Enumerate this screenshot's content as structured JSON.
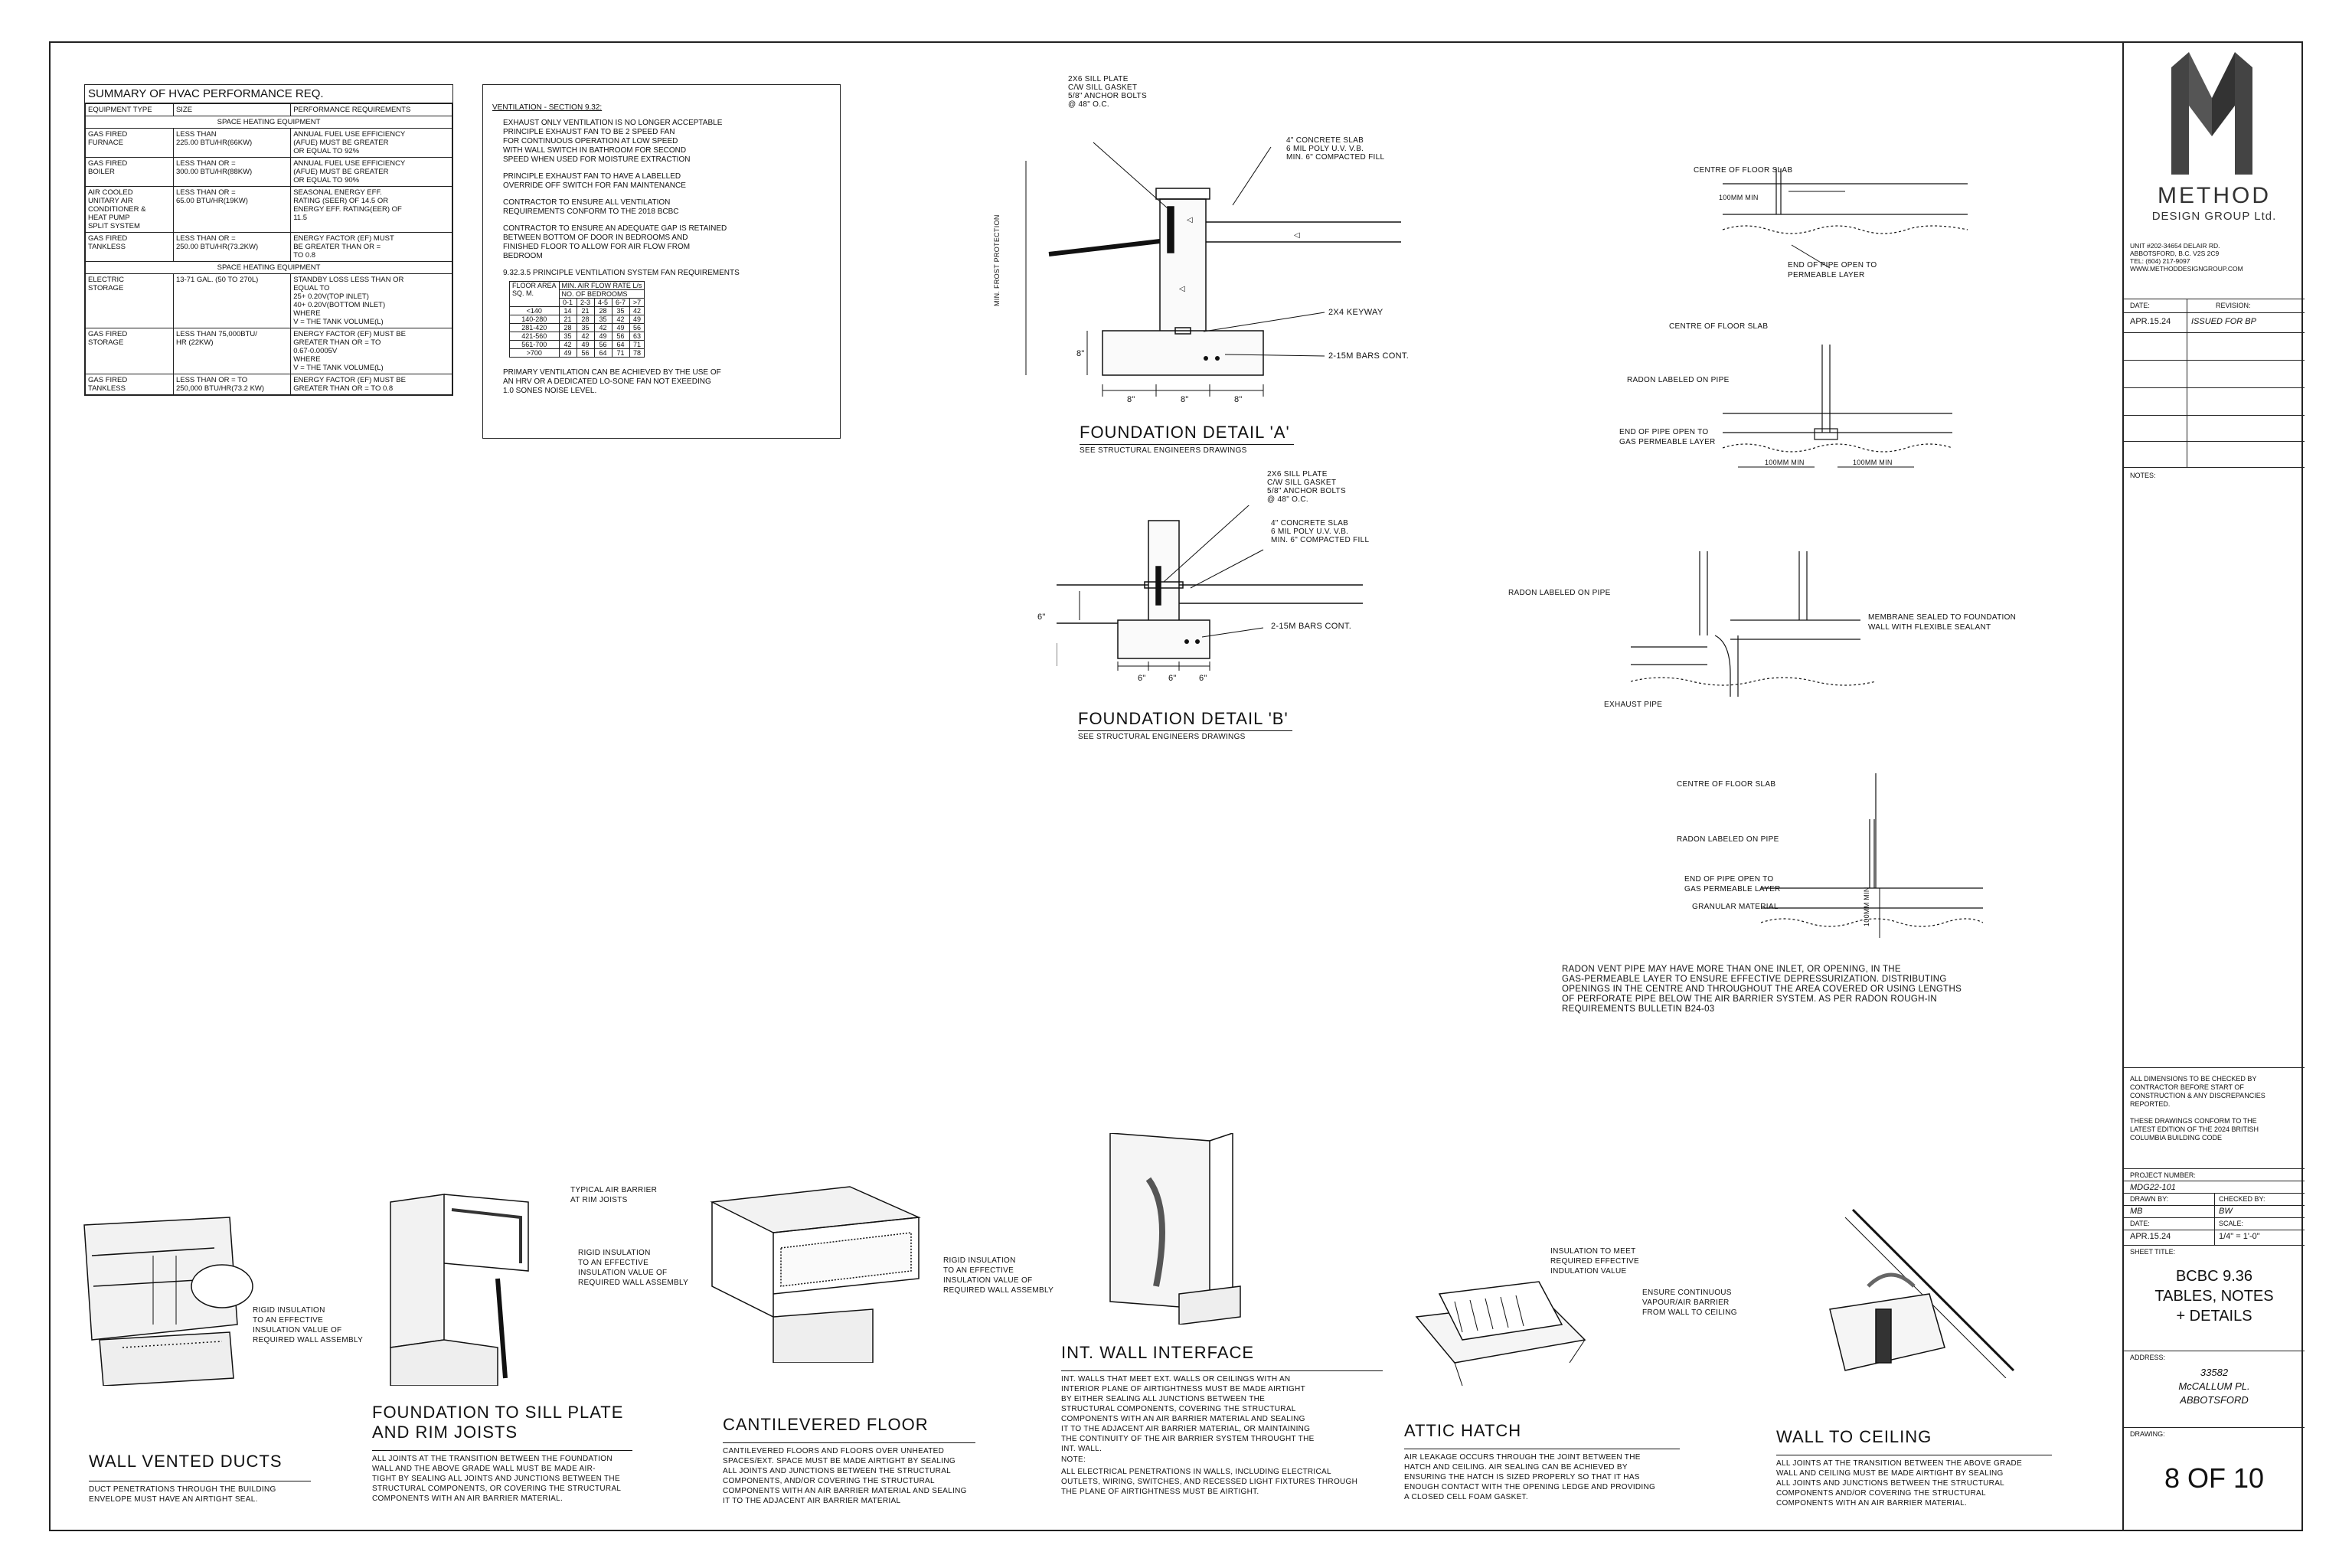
{
  "hvac_table": {
    "title": "SUMMARY OF HVAC PERFORMANCE REQ.",
    "headers": [
      "EQUIPMENT TYPE",
      "SIZE",
      "PERFORMANCE REQUIREMENTS"
    ],
    "section_1": "SPACE HEATING EQUIPMENT",
    "rows_1": [
      [
        "GAS FIRED\nFURNACE",
        "LESS THAN\n225.00 BTU/HR(66kW)",
        "ANNUAL FUEL USE EFFICIENCY\n(AFUE) MUST BE GREATER\nOR EQUAL TO 92%"
      ],
      [
        "GAS FIRED\nBOILER",
        "LESS THAN OR =\n300.00 BTU/HR(88kW)",
        "ANNUAL FUEL USE EFFICIENCY\n(AFUE) MUST BE GREATER\nOR EQUAL TO 90%"
      ],
      [
        "AIR COOLED\nUNITARY AIR\nCONDITIONER &\nHEAT PUMP\nSPLIT SYSTEM",
        "LESS THAN OR =\n65.00 BTU/HR(19kW)",
        "SEASONAL ENERGY EFF.\nRATING (SEER) OF 14.5 OR\nENERGY EFF. RATING(EER) OF\n11.5"
      ],
      [
        "GAS FIRED\nTANKLESS",
        "LESS THAN OR =\n250.00 BTU/HR(73.2kW)",
        "ENERGY FACTOR (EF) MUST\nBE GREATER THAN OR =\nTO 0.8"
      ]
    ],
    "section_2": "SPACE HEATING EQUIPMENT",
    "rows_2": [
      [
        "ELECTRIC\nSTORAGE",
        "13-71 GAL. (50 TO 270L)",
        "STANDBY LOSS LESS THAN OR\nEQUAL TO\n25+ 0.20V(TOP INLET)\n40+ 0.20V(BOTTOM INLET)\nWHERE\nV = THE TANK VOLUME(L)"
      ],
      [
        "GAS FIRED\nSTORAGE",
        "LESS THAN 75,000BTU/\nHr (22kW)",
        "ENERGY FACTOR (EF) MUST BE\nGREATER THAN OR = TO\n0.67-0.0005V\nWHERE\nV = THE TANK VOLUME(L)"
      ],
      [
        "GAS FIRED\nTANKLESS",
        "LESS THAN OR = TO\n250,000 BTU/HR(73.2 kW)",
        "ENERGY FACTOR (EF) MUST BE\nGREATER THAN OR = TO 0.8"
      ]
    ]
  },
  "ventilation": {
    "heading": "VENTILATION - SECTION 9.32:",
    "paragraphs": [
      "EXHAUST ONLY VENTILATION IS NO LONGER ACCEPTABLE\nPRINCIPLE EXHAUST FAN TO BE 2 SPEED FAN\nFOR CONTINUOUS OPERATION AT LOW SPEED\nWITH WALL SWITCH IN BATHROOM FOR SECOND\nSPEED WHEN USED FOR MOISTURE EXTRACTION",
      "PRINCIPLE EXHAUST FAN TO HAVE A LABELLED\nOVERRIDE OFF SWITCH FOR FAN MAINTENANCE",
      "CONTRACTOR TO ENSURE ALL VENTILATION\nREQUIREMENTS CONFORM TO THE 2018 BCBC",
      "CONTRACTOR TO ENSURE AN ADEQUATE GAP IS RETAINED\nBETWEEN BOTTOM OF DOOR IN BEDROOMS AND\nFINISHED FLOOR TO ALLOW FOR AIR FLOW FROM\nBEDROOM"
    ],
    "table_title": "9.32.3.5 PRINCIPLE VENTILATION SYSTEM FAN REQUIREMENTS",
    "table_head_1": "FLOOR AREA\nSQ. M.",
    "table_head_2": "MIN. AIR FLOW RATE L/s",
    "table_head_3": "NO. OF BEDROOMS",
    "bedrooms": [
      "0-1",
      "2-3",
      "4-5",
      "6-7",
      ">7"
    ],
    "rows": [
      [
        "<140",
        "14",
        "21",
        "28",
        "35",
        "42"
      ],
      [
        "140-280",
        "21",
        "28",
        "35",
        "42",
        "49"
      ],
      [
        "281-420",
        "28",
        "35",
        "42",
        "49",
        "56"
      ],
      [
        "421-560",
        "35",
        "42",
        "49",
        "56",
        "63"
      ],
      [
        "561-700",
        "42",
        "49",
        "56",
        "64",
        "71"
      ],
      [
        ">700",
        "49",
        "56",
        "64",
        "71",
        "78"
      ]
    ],
    "footer": "PRIMARY VENTILATION CAN BE ACHIEVED BY THE USE OF\nAN HRV OR A DEDICATED LO-SONE FAN NOT EXEEDING\n1.0 SONES NOISE LEVEL."
  },
  "detail_a": {
    "title": "FOUNDATION DETAIL 'A'",
    "subtitle": "SEE STRUCTURAL ENGINEERS DRAWINGS",
    "callout_sill": "2x6 SILL PLATE\nC/W SILL GASKET\n5/8\" ANCHOR BOLTS\n@ 48\" O.C.",
    "callout_slab": "4\" CONCRETE SLAB\n6 MIL POLY U.V. V.B.\nMIN. 6\" COMPACTED FILL",
    "callout_keyway": "2x4 KEYWAY",
    "callout_bars": "2-15m BARS CONT.",
    "frost": "MIN. FROST PROTECTION",
    "dim_height": "8\"",
    "dims": [
      "8\"",
      "8\"",
      "8\""
    ]
  },
  "detail_b": {
    "title": "FOUNDATION DETAIL 'B'",
    "subtitle": "SEE STRUCTURAL ENGINEERS DRAWINGS",
    "callout_sill": "2x6 SILL PLATE\nC/W SILL GASKET\n5/8\" ANCHOR BOLTS\n@ 48\" O.C.",
    "callout_slab": "4\" CONCRETE SLAB\n6 MIL POLY U.V. V.B.\nMIN. 6\" COMPACTED FILL",
    "callout_bars": "2-15m BARS CONT.",
    "dim_height": "6\"",
    "dims": [
      "6\"",
      "6\"",
      "6\""
    ]
  },
  "radon": {
    "r1_centre": "CENTRE OF FLOOR SLAB",
    "r1_min": "100mm MIN",
    "r1_end": "END OF PIPE OPEN TO\nPERMEABLE LAYER",
    "r2_centre": "CENTRE OF FLOOR SLAB",
    "r2_label": "RADON LABELED ON PIPE",
    "r2_end": "END OF PIPE OPEN TO\nGAS PERMEABLE LAYER",
    "r2_min_left": "100mm MIN",
    "r2_min_right": "100mm MIN",
    "r3_label": "RADON LABELED ON PIPE",
    "r3_membrane": "MEMBRANE SEALED TO FOUNDATION\nWALL WITH FLEXIBLE SEALANT",
    "r3_exhaust": "EXHAUST PIPE",
    "r4_centre": "CENTRE OF FLOOR SLAB",
    "r4_label": "RADON LABELED ON PIPE",
    "r4_end": "END OF PIPE OPEN TO\nGAS PERMEABLE LAYER",
    "r4_granular": "GRANULAR MATERIAL",
    "r4_min": "100mm MIN",
    "note": "RADON VENT PIPE MAY HAVE MORE THAN ONE INLET, OR OPENING, IN THE\nGAS-PERMEABLE LAYER TO ENSURE EFFECTIVE DEPRESSURIZATION. DISTRIBUTING\nOPENINGS IN THE CENTRE AND THROUGHOUT THE AREA COVERED OR USING LENGTHS\nOF PERFORATE PIPE BELOW THE AIR BARRIER SYSTEM. AS PER RADON ROUGH-IN\nREQUIREMENTS BULLETIN B24-03"
  },
  "details": {
    "wall_vented": {
      "title": "WALL VENTED DUCTS",
      "text": "DUCT PENETRATIONS THROUGH THE BUILDING\nENVELOPE MUST HAVE AN AIRTIGHT SEAL.",
      "callout": "RIGID INSULATION\nTO AN EFFECTIVE\nINSULATION VALUE OF\nREQUIRED WALL ASSEMBLY"
    },
    "sill": {
      "title": "FOUNDATION TO SILL PLATE\nAND RIM JOISTS",
      "text": "ALL JOINTS AT THE TRANSITION BETWEEN THE FOUNDATION\nWALL AND THE ABOVE GRADE WALL MUST BE MADE AIR-\nTIGHT BY SEALING ALL JOINTS AND JUNCTIONS BETWEEN THE\nSTRUCTURAL COMPONENTS, OR COVERING THE STRUCTURAL\nCOMPONENTS WITH AN AIR BARRIER MATERIAL.",
      "callout_air": "TYPICAL AIR BARRIER\nAT RIM JOISTS",
      "callout_rigid": "RIGID INSULATION\nTO AN EFFECTIVE\nINSULATION VALUE OF\nREQUIRED WALL ASSEMBLY"
    },
    "cantilever": {
      "title": "CANTILEVERED FLOOR",
      "text": "CANTILEVERED FLOORS AND FLOORS OVER UNHEATED\nSPACES/EXT. SPACE MUST BE MADE AIRTIGHT BY SEALING\nALL JOINTS AND JUNCTIONS BETWEEN THE STRUCTURAL\nCOMPONENTS, AND/OR COVERING THE STRUCTURAL\nCOMPONENTS WITH AN AIR BARRIER MATERIAL AND SEALING\nIT TO THE ADJACENT AIR BARRIER MATERIAL",
      "callout": "RIGID INSULATION\nTO AN EFFECTIVE\nINSULATION VALUE OF\nREQUIRED WALL ASSEMBLY"
    },
    "int_wall": {
      "title": "INT. WALL INTERFACE",
      "text": "INT. WALLS THAT MEET EXT. WALLS OR CEILINGS WITH AN\nINTERIOR PLANE OF AIRTIGHTNESS MUST BE MADE AIRTIGHT\nBY EITHER SEALING ALL JUNCTIONS BETWEEN THE\nSTRUCTURAL COMPONENTS, COVERING THE STRUCTURAL\nCOMPONENTS WITH AN AIR BARRIER MATERIAL AND SEALING\nIT TO THE ADJACENT AIR BARRIER MATERIAL, OR MAINTAINING\nTHE CONTINUITY OF THE AIR BARRIER SYSTEM THROUGHT THE\nINT. WALL.",
      "note_label": "NOTE:",
      "note": "ALL ELECTRICAL PENETRATIONS IN WALLS, INCLUDING ELECTRICAL\nOUTLETS, WIRING, SWITCHES, AND RECESSED LIGHT FIXTURES THROUGH\nTHE PLANE OF AIRTIGHTNESS MUST BE AIRTIGHT."
    },
    "attic": {
      "title": "ATTIC HATCH",
      "text": "AIR LEAKAGE OCCURS THROUGH THE JOINT BETWEEN THE\nHATCH AND CEILING. AIR SEALING CAN BE ACHIEVED BY\nENSURING THE HATCH IS SIZED PROPERLY SO THAT IT HAS\nENOUGH CONTACT WITH THE OPENING LEDGE AND PROVIDING\nA CLOSED CELL FOAM GASKET.",
      "callout": "INSULATION TO MEET\nREQUIRED EFFECTIVE\nINDULATION VALUE"
    },
    "wall_ceiling": {
      "title": "WALL TO CEILING",
      "text": "ALL JOINTS AT THE TRANSITION BETWEEN THE ABOVE GRADE\nWALL AND CEILING MUST BE MADE AIRTIGHT BY SEALING\nALL JOINTS AND JUNCTIONS BETWEEN THE STRUCTURAL\nCOMPONENTS AND/OR COVERING THE STRUCTURAL\nCOMPONENTS WITH AN AIR BARRIER MATERIAL.",
      "callout": "ENSURE CONTINUOUS\nVAPOUR/AIR BARRIER\nFROM WALL TO CEILING"
    }
  },
  "title_block": {
    "company_line1": "METHOD",
    "company_line2": "DESIGN GROUP Ltd.",
    "address": "UNIT #202-34654 DELAIR RD.\nABBOTSFORD, B.C. V2S 2C9\nTEL: (604) 217-9097\nWWW.METHODDESIGNGROUP.COM",
    "date_label": "DATE:",
    "revision_label": "REVISION:",
    "date_value": "APR.15.24",
    "revision_value": "ISSUED FOR BP",
    "notes_label": "NOTES:",
    "disclaimer": "ALL DIMENSIONS TO BE CHECKED BY\nCONTRACTOR BEFORE START OF\nCONSTRUCTION & ANY DISCREPANCIES\nREPORTED.\n\nTHESE DRAWINGS CONFORM TO THE\nLATEST EDITION OF THE 2024 BRITISH\nCOLUMBIA BUILDING CODE",
    "project_label": "PROJECT NUMBER:",
    "project_value": "MDG22-101",
    "drawn_label": "DRAWN BY:",
    "drawn_value": "MB",
    "checked_label": "CHECKED BY:",
    "checked_value": "BW",
    "date2_label": "DATE:",
    "date2_value": "APR.15.24",
    "scale_label": "SCALE:",
    "scale_value": "1/4\" = 1'-0\"",
    "sheet_title_label": "SHEET TITLE:",
    "sheet_title": "BCBC 9.36\nTABLES, NOTES\n+ DETAILS",
    "address_label": "ADDRESS:",
    "site_address": "33582\nMcCALLUM PL.\nABBOTSFORD",
    "drawing_label": "DRAWING:",
    "drawing_value": "8 OF 10"
  }
}
